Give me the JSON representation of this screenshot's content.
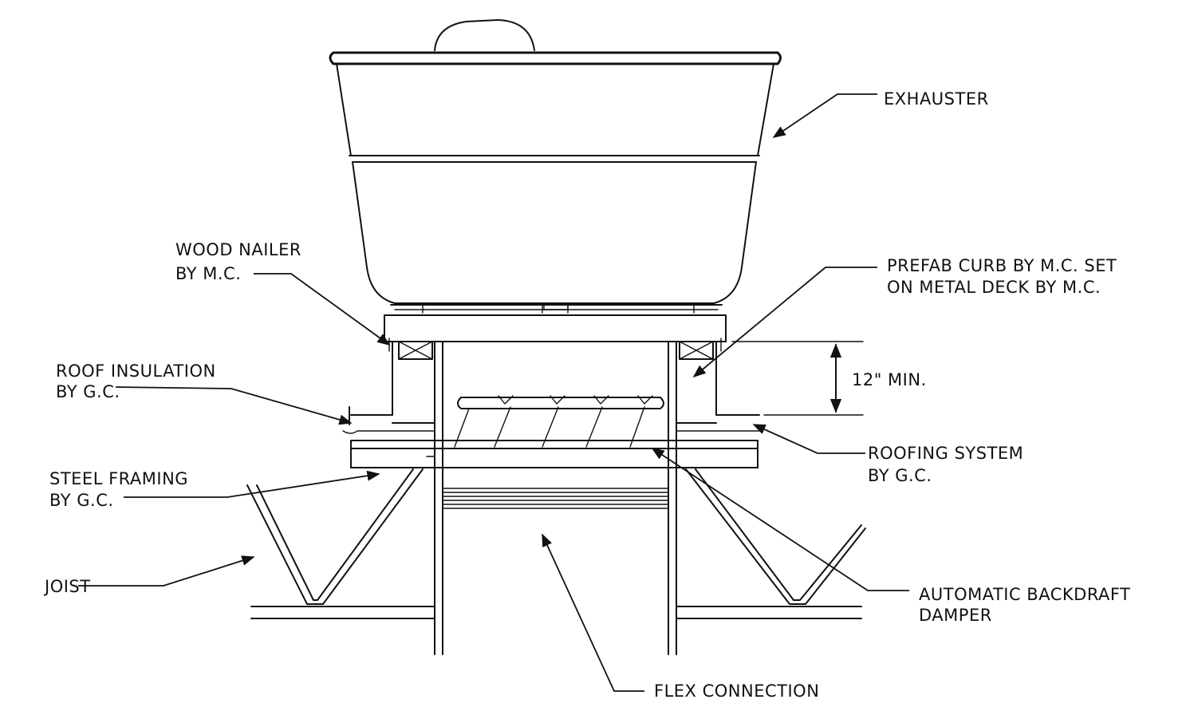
{
  "labels": {
    "exhauster": "EXHAUSTER",
    "wood_nailer_1": "WOOD NAILER",
    "wood_nailer_2": "BY M.C.",
    "prefab_curb_1": "PREFAB CURB BY M.C. SET",
    "prefab_curb_2": "ON METAL DECK BY M.C.",
    "roof_insulation_1": "ROOF INSULATION",
    "roof_insulation_2": "BY G.C.",
    "dimension": "12\" MIN.",
    "roofing_system_1": "ROOFING SYSTEM",
    "roofing_system_2": "BY G.C.",
    "steel_framing_1": "STEEL FRAMING",
    "steel_framing_2": "BY G.C.",
    "joist": "JOIST",
    "damper_1": "AUTOMATIC BACKDRAFT",
    "damper_2": "DAMPER",
    "flex_connection": "FLEX CONNECTION"
  },
  "colors": {
    "line": "#111111",
    "background": "#ffffff"
  }
}
